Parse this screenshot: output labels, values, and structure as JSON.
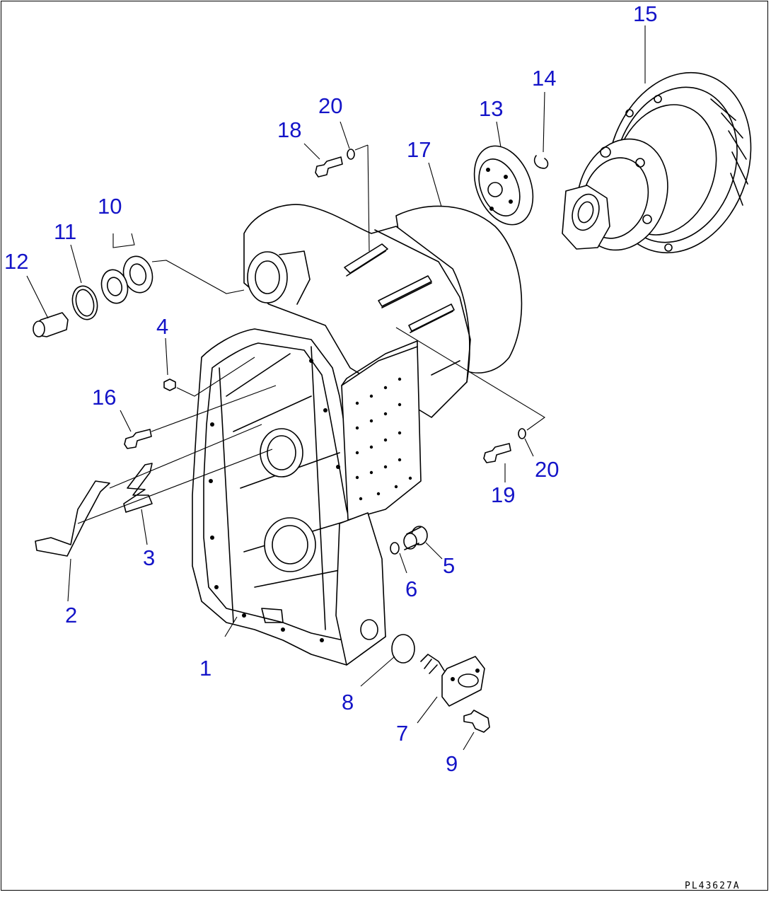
{
  "diagram": {
    "drawing_code": "PL43627A",
    "callouts": [
      "1",
      "2",
      "3",
      "4",
      "5",
      "6",
      "7",
      "8",
      "9",
      "10",
      "11",
      "12",
      "13",
      "14",
      "15",
      "16",
      "17",
      "18",
      "19",
      "20",
      "20"
    ]
  },
  "colors": {
    "callout": "#1414c8",
    "line": "#000000",
    "background": "#ffffff"
  }
}
